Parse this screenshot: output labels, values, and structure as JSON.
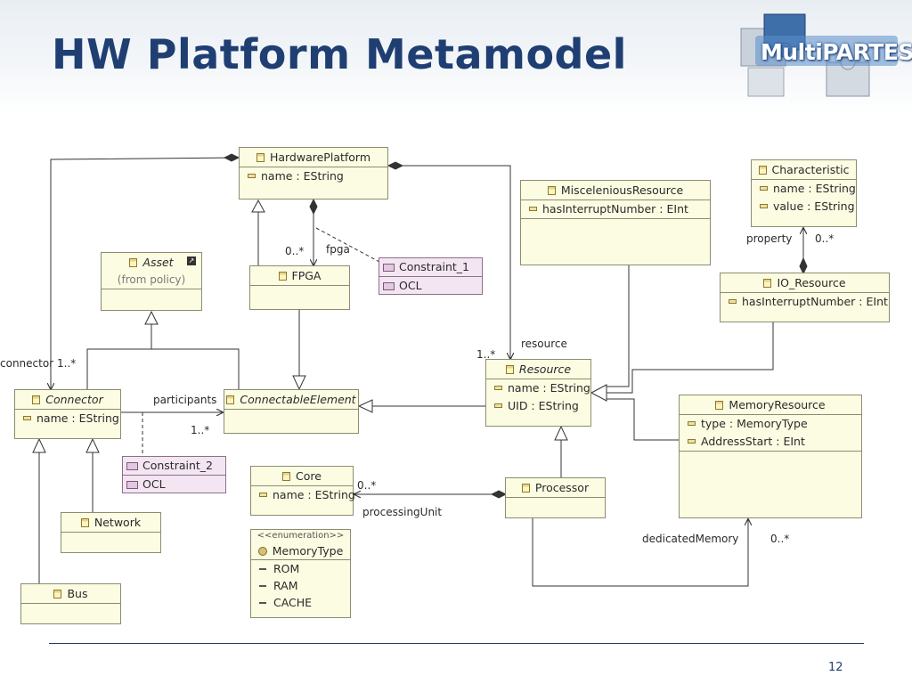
{
  "slide": {
    "title": "HW Platform Metamodel",
    "page_number": "12"
  },
  "logo": {
    "text": "MultiPARTES"
  },
  "diagram": {
    "classes": {
      "hardware_platform": {
        "name": "HardwarePlatform",
        "attrs": [
          "name : EString"
        ]
      },
      "fpga": {
        "name": "FPGA"
      },
      "asset": {
        "name": "Asset",
        "subtitle": "(from policy)"
      },
      "connector": {
        "name": "Connector",
        "attrs": [
          "name : EString"
        ]
      },
      "connectable_element": {
        "name": "ConnectableElement"
      },
      "network": {
        "name": "Network"
      },
      "bus": {
        "name": "Bus"
      },
      "core": {
        "name": "Core",
        "attrs": [
          "name : EString"
        ]
      },
      "memory_type": {
        "stereotype": "<<enumeration>>",
        "name": "MemoryType",
        "literals": [
          "ROM",
          "RAM",
          "CACHE"
        ]
      },
      "processor": {
        "name": "Processor"
      },
      "resource": {
        "name": "Resource",
        "attrs": [
          "name : EString",
          "UID : EString"
        ]
      },
      "misc_resource": {
        "name": "MisceleniousResource",
        "attrs": [
          "hasInterruptNumber : EInt"
        ]
      },
      "characteristic": {
        "name": "Characteristic",
        "attrs": [
          "name : EString",
          "value : EString"
        ]
      },
      "io_resource": {
        "name": "IO_Resource",
        "attrs": [
          "hasInterruptNumber : EInt"
        ]
      },
      "memory_resource": {
        "name": "MemoryResource",
        "attrs": [
          "type : MemoryType",
          "AddressStart : EInt"
        ]
      }
    },
    "notes": {
      "constraint_1": {
        "name": "Constraint_1",
        "body": "OCL"
      },
      "constraint_2": {
        "name": "Constraint_2",
        "body": "OCL"
      }
    },
    "labels": {
      "fpga_role": "fpga",
      "fpga_mult": "0..*",
      "connector_role": "connector",
      "connector_mult": "1..*",
      "participants_role": "participants",
      "participants_mult": "1..*",
      "resource_role": "resource",
      "resource_mult": "1..*",
      "property_role": "property",
      "property_mult": "0..*",
      "processing_role": "processingUnit",
      "processing_mult": "0..*",
      "dedicated_role": "dedicatedMemory",
      "dedicated_mult": "0..*"
    }
  }
}
